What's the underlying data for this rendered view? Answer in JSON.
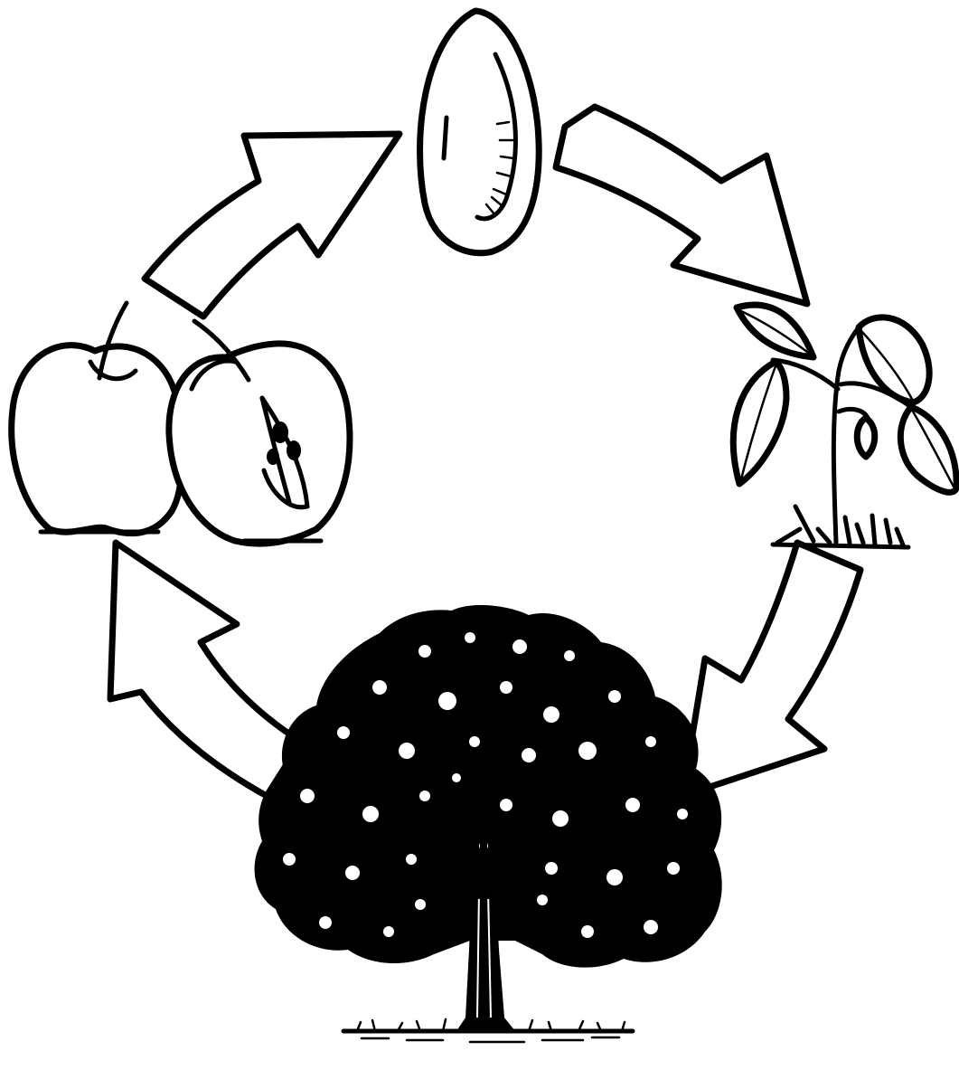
{
  "diagram": {
    "kind": "life-cycle",
    "stages": [
      {
        "id": "seed",
        "icon": "seed-icon"
      },
      {
        "id": "seedling",
        "icon": "seedling-icon"
      },
      {
        "id": "tree",
        "icon": "tree-icon"
      },
      {
        "id": "apples",
        "icon": "apple-icon"
      }
    ],
    "arrows": [
      {
        "from": "seed",
        "to": "seedling"
      },
      {
        "from": "seedling",
        "to": "tree"
      },
      {
        "from": "tree",
        "to": "apples"
      },
      {
        "from": "apples",
        "to": "seed"
      }
    ],
    "colors": {
      "line": "#000000",
      "background": "#ffffff"
    }
  }
}
